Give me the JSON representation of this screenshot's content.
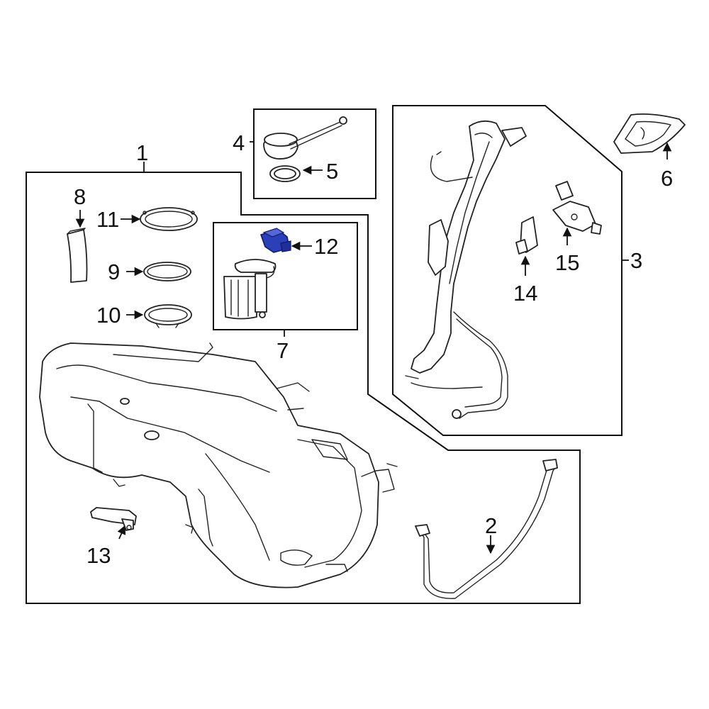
{
  "callouts": {
    "c1": "1",
    "c2": "2",
    "c3": "3",
    "c4": "4",
    "c5": "5",
    "c6": "6",
    "c7": "7",
    "c8": "8",
    "c9": "9",
    "c10": "10",
    "c11": "11",
    "c12": "12",
    "c13": "13",
    "c14": "14",
    "c15": "15"
  },
  "colors": {
    "highlight": "#2b3fb8",
    "line": "#222222"
  }
}
